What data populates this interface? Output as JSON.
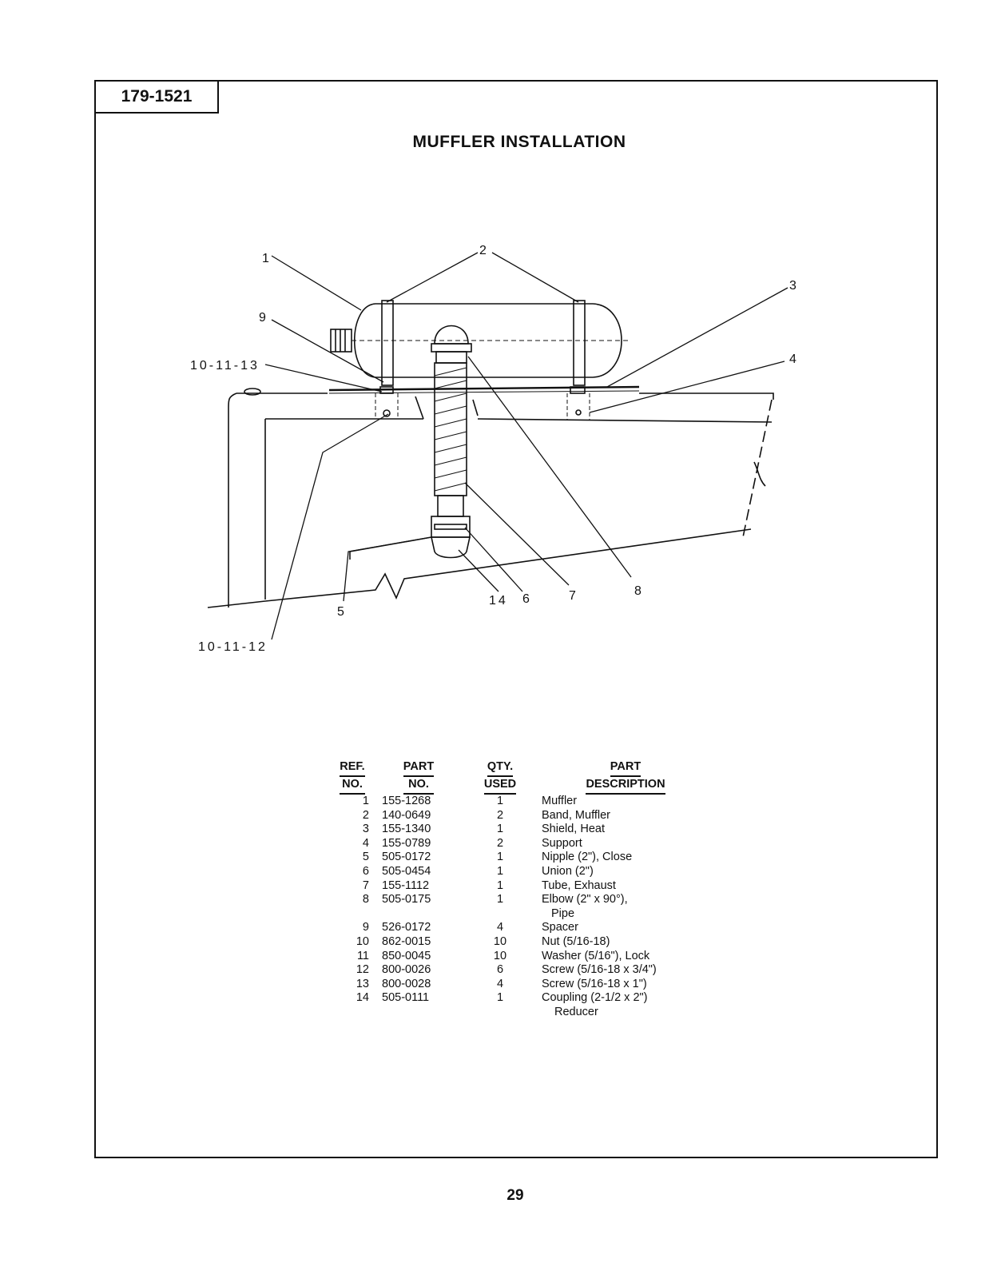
{
  "page": {
    "part_number": "179-1521",
    "title": "MUFFLER INSTALLATION",
    "page_number": "29"
  },
  "diagram": {
    "callouts": {
      "c1": "1",
      "c2": "2",
      "c3": "3",
      "c4": "4",
      "c5": "5",
      "c6": "6",
      "c7": "7",
      "c8": "8",
      "c9": "9",
      "c10_11_13": "10-11-13",
      "c10_11_12": "10-11-12",
      "c14": "14"
    }
  },
  "parts_table": {
    "headers": {
      "ref_1": "REF.",
      "ref_2": "NO.",
      "part_1": "PART",
      "part_2": "NO.",
      "qty_1": "QTY.",
      "qty_2": "USED",
      "desc_1": "PART",
      "desc_2": "DESCRIPTION"
    },
    "rows": [
      {
        "ref": "1",
        "part": "155-1268",
        "qty": "1",
        "desc": "Muffler",
        "desc2": ""
      },
      {
        "ref": "2",
        "part": "140-0649",
        "qty": "2",
        "desc": "Band, Muffler",
        "desc2": ""
      },
      {
        "ref": "3",
        "part": "155-1340",
        "qty": "1",
        "desc": "Shield, Heat",
        "desc2": ""
      },
      {
        "ref": "4",
        "part": "155-0789",
        "qty": "2",
        "desc": "Support",
        "desc2": ""
      },
      {
        "ref": "5",
        "part": "505-0172",
        "qty": "1",
        "desc": "Nipple (2\"), Close",
        "desc2": ""
      },
      {
        "ref": "6",
        "part": "505-0454",
        "qty": "1",
        "desc": "Union (2\")",
        "desc2": ""
      },
      {
        "ref": "7",
        "part": "155-1112",
        "qty": "1",
        "desc": "Tube, Exhaust",
        "desc2": ""
      },
      {
        "ref": "8",
        "part": "505-0175",
        "qty": "1",
        "desc": "Elbow (2\" x 90°),",
        "desc2": "Pipe"
      },
      {
        "ref": "9",
        "part": "526-0172",
        "qty": "4",
        "desc": "Spacer",
        "desc2": ""
      },
      {
        "ref": "10",
        "part": "862-0015",
        "qty": "10",
        "desc": "Nut (5/16-18)",
        "desc2": ""
      },
      {
        "ref": "11",
        "part": "850-0045",
        "qty": "10",
        "desc": "Washer (5/16\"), Lock",
        "desc2": ""
      },
      {
        "ref": "12",
        "part": "800-0026",
        "qty": "6",
        "desc": "Screw (5/16-18 x 3/4\")",
        "desc2": ""
      },
      {
        "ref": "13",
        "part": "800-0028",
        "qty": "4",
        "desc": "Screw (5/16-18 x 1\")",
        "desc2": ""
      },
      {
        "ref": "14",
        "part": "505-0111",
        "qty": "1",
        "desc": "Coupling (2-1/2 x 2\")",
        "desc2": "Reducer"
      }
    ]
  }
}
